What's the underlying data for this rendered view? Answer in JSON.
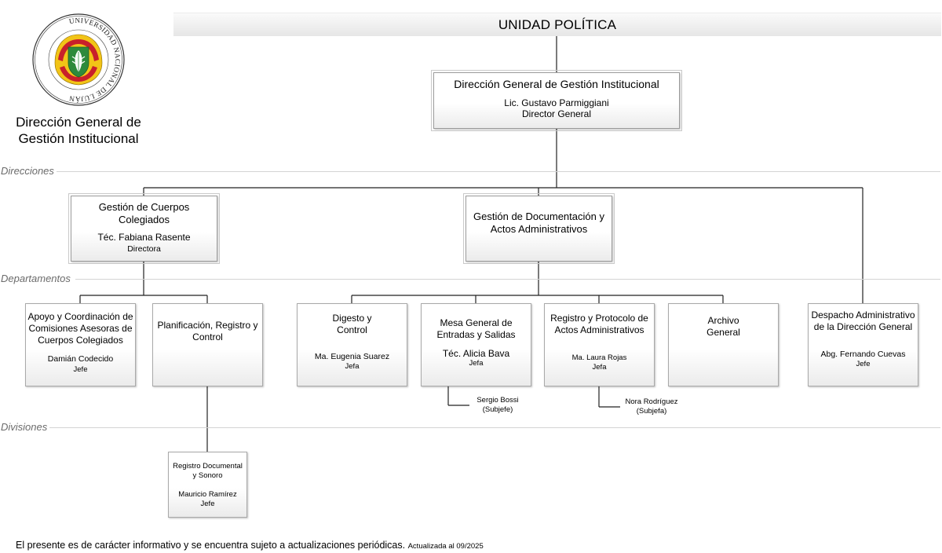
{
  "header": {
    "title": "UNIDAD POLÍTICA"
  },
  "seal": {
    "text": "UNIVERSIDAD NACIONAL DE LUJÁN"
  },
  "left_title": {
    "line1": "Dirección General de",
    "line2": "Gestión Institucional"
  },
  "levels": {
    "direcciones": "Direcciones",
    "departamentos": "Departamentos",
    "divisiones": "Divisiones"
  },
  "top_unit": {
    "title": "Dirección General de Gestión Institucional",
    "name": "Lic. Gustavo Parmiggiani",
    "role": "Director General"
  },
  "direcciones": {
    "cuerpos": {
      "title_1": "Gestión de Cuerpos",
      "title_2": "Colegiados",
      "name": "Téc. Fabiana Rasente",
      "role": "Directora"
    },
    "documentacion": {
      "title_1": "Gestión de Documentación y",
      "title_2": "Actos Administrativos"
    }
  },
  "departamentos": {
    "apoyo": {
      "title_1": "Apoyo y Coordinación de",
      "title_2": "Comisiones Asesoras de",
      "title_3": "Cuerpos Colegiados",
      "name": "Damián Codecido",
      "role": "Jefe"
    },
    "planificacion": {
      "title_1": "Planificación, Registro y",
      "title_2": "Control"
    },
    "digesto": {
      "title_1": "Digesto y",
      "title_2": "Control",
      "name": "Ma. Eugenia Suarez",
      "role": "Jefa"
    },
    "mesa": {
      "title_1": "Mesa General de",
      "title_2": "Entradas y Salidas",
      "name": "Téc. Alicia Bava",
      "role": "Jefa"
    },
    "registro": {
      "title_1": "Registro y Protocolo de",
      "title_2": "Actos Administrativos",
      "name": "Ma. Laura Rojas",
      "role": "Jefa"
    },
    "archivo": {
      "title_1": "Archivo",
      "title_2": "General"
    },
    "despacho": {
      "title_1": "Despacho Administrativo",
      "title_2": "de la Dirección General",
      "name": "Abg. Fernando Cuevas",
      "role": "Jefe"
    }
  },
  "subjefes": {
    "mesa": {
      "name": "Sergio Bossi",
      "role": "(Subjefe)"
    },
    "registro": {
      "name": "Nora Rodríguez",
      "role": "(Subjefa)"
    }
  },
  "divisiones": {
    "registro_documental": {
      "title_1": "Registro Documental",
      "title_2": "y Sonoro",
      "name": "Mauricio Ramírez",
      "role": "Jefe"
    }
  },
  "footer": {
    "note": "El presente es de carácter informativo y se encuentra sujeto a actualizaciones periódicas.",
    "updated": "Actualizada al 09/2025"
  },
  "colors": {
    "seal_red": "#c8202b",
    "seal_yellow": "#f2c417",
    "seal_green": "#2e8a3c",
    "line": "#222222"
  }
}
